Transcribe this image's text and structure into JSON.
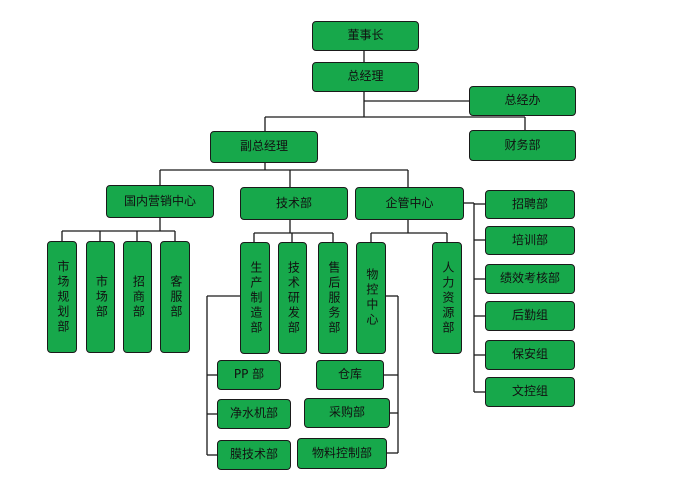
{
  "colors": {
    "box_fill": "#17a84b",
    "box_border": "#1a1a1a",
    "line": "#1a1a1a"
  },
  "nodes": {
    "chairman": "董事长",
    "gm": "总经理",
    "gm_office": "总经办",
    "finance": "财务部",
    "deputy_gm": "副总经理",
    "domestic_sales": "国内营销中心",
    "tech_dept": "技术部",
    "enterprise_mgmt": "企管中心",
    "market_planning": "市场规划部",
    "market_dept": "市场部",
    "investment": "招商部",
    "customer_service": "客服部",
    "production": "生产制造部",
    "tech_rd": "技术研发部",
    "after_sales": "售后服务部",
    "material_control_center": "物控中心",
    "hr": "人力资源部",
    "recruitment": "招聘部",
    "training": "培训部",
    "performance": "绩效考核部",
    "logistics": "后勤组",
    "security": "保安组",
    "document_control": "文控组",
    "pp_dept": "PP 部",
    "water_purifier": "净水机部",
    "membrane_tech": "膜技术部",
    "warehouse": "仓库",
    "purchasing": "采购部",
    "material_control_dept": "物料控制部"
  }
}
